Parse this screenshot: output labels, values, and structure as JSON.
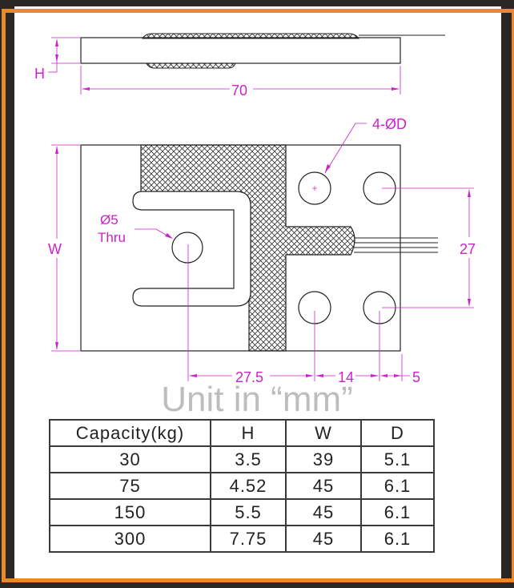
{
  "drawing": {
    "side_view": {
      "height_label": "H",
      "length_label": "70"
    },
    "top_view": {
      "width_label": "W",
      "mount_hole_label": "4-ØD",
      "through_hole_label_line1": "Ø5",
      "through_hole_label_line2": "Thru",
      "hole_pitch_vertical": "27",
      "offset_center_to_hole": "27.5",
      "hole_pitch_horizontal": "14",
      "edge_offset": "5"
    },
    "colors": {
      "dimension": "#cc22cc",
      "outline": "#222222",
      "frame_orange": "#e8892a",
      "frame_dark": "#2b2626",
      "caption": "#bdbdbd"
    }
  },
  "unit_caption": "Unit in “mm”",
  "table": {
    "headers": [
      "Capacity(kg)",
      "H",
      "W",
      "D"
    ],
    "rows": [
      [
        "30",
        "3.5",
        "39",
        "5.1"
      ],
      [
        "75",
        "4.52",
        "45",
        "6.1"
      ],
      [
        "150",
        "5.5",
        "45",
        "6.1"
      ],
      [
        "300",
        "7.75",
        "45",
        "6.1"
      ]
    ]
  }
}
